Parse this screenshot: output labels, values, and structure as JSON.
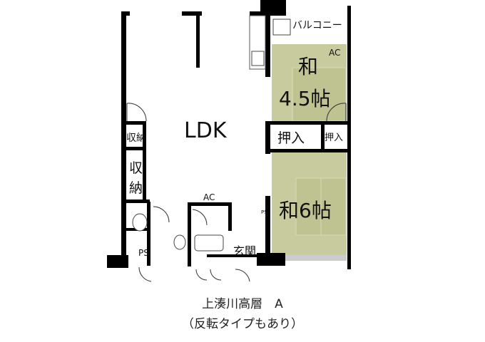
{
  "rooms": {
    "ldk": "LDK",
    "washitsu1_a": "和",
    "washitsu1_b": "4.5帖",
    "washitsu2": "和6帖",
    "oshiire_large": "押入",
    "oshiire_small": "押入",
    "shuno_small": "収納",
    "shuno_tall_a": "収",
    "shuno_tall_b": "納",
    "balcony": "バルコニー",
    "entrance": "玄関",
    "ps1": "PS",
    "ps2": "PS",
    "ac1": "AC",
    "ac2": "AC"
  },
  "caption": {
    "line1": "上湊川高層　A",
    "line2": "（反転タイプもあり）"
  },
  "colors": {
    "tatami": "#c9cc9f",
    "wall": "#000000"
  }
}
